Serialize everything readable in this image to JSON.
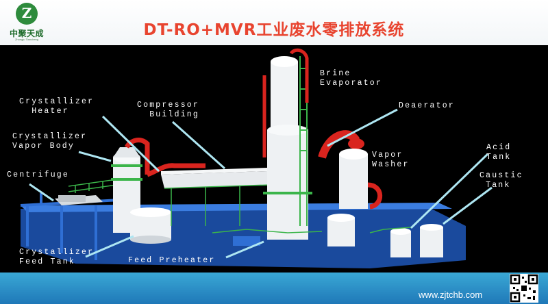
{
  "header": {
    "title": "DT-RO+MVR工业废水零排放系统",
    "logo": {
      "name": "company-logo",
      "text_cn": "中聚天成",
      "text_en": "Zhongju Tiancheng",
      "accent": "#2e8b3c"
    }
  },
  "labels": {
    "crystallizer_heater": "Crystallizer\n  Heater",
    "compressor_building": "Compressor\n  Building",
    "brine_evaporator": "Brine\nEvaporator",
    "deaerator": "Deaerator",
    "crystallizer_vapor_body": "Crystallizer\nVapor Body",
    "vapor_washer": "Vapor\nWasher",
    "acid_tank": "Acid\nTank",
    "centrifuge": "Centrifuge",
    "caustic_tank": "Caustic\n Tank",
    "crystallizer_feed_tank": "Crystallizer\nFeed Tank",
    "feed_preheater": "Feed Preheater"
  },
  "footer": {
    "url": "www.zjtchb.com",
    "qr_icon": "qr-code-icon"
  },
  "colors": {
    "title": "#e8442f",
    "callout": "#aee6f2",
    "footer": "#2a8fc8",
    "scene_bg": "#000000"
  }
}
